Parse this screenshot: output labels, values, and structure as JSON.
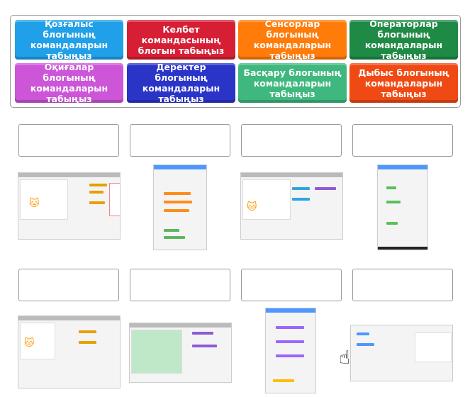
{
  "tiles": [
    {
      "label": "Қозғалыс блогының командаларын табыңыз",
      "color": "#1fa0e8"
    },
    {
      "label": "Келбет командасының блогын табыңыз",
      "color": "#d61f35"
    },
    {
      "label": "Сенсорлар блогының командаларын табыңыз",
      "color": "#ff7c0a"
    },
    {
      "label": "Операторлар блогының командаларын табыңыз",
      "color": "#1f8a45"
    },
    {
      "label": "Оқиғалар блогының командаларын табыңыз",
      "color": "#cc55d8"
    },
    {
      "label": "Деректер блогының командаларын табыңыз",
      "color": "#2a35c8"
    },
    {
      "label": "Басқару блогының командаларын табыңыз",
      "color": "#3fb87f"
    },
    {
      "label": "Дыбыс блогының командаларын табыңыз",
      "color": "#f04a14"
    }
  ],
  "cursor_icon": "hand-pointer-icon"
}
